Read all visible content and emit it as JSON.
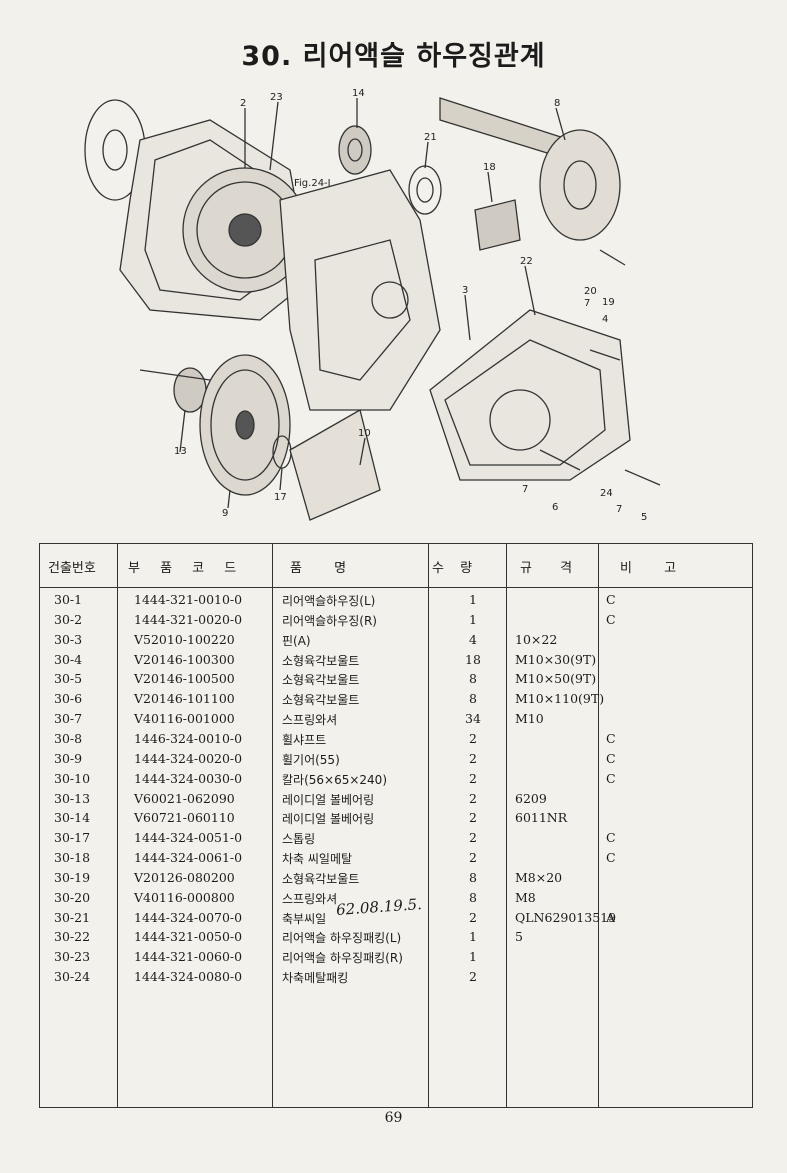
{
  "page": {
    "title": "30. 리어액슬 하우징관계",
    "page_number": "69"
  },
  "diagram": {
    "labels": [
      "2",
      "23",
      "14",
      "8",
      "21",
      "18",
      "Fig.24-I",
      "22",
      "20",
      "19",
      "7",
      "3",
      "4",
      "13",
      "10",
      "17",
      "9",
      "7",
      "6",
      "24",
      "7",
      "5"
    ]
  },
  "table": {
    "headers": {
      "no": "건출번호",
      "code": "부 품 코 드",
      "name": "품 명",
      "qty": "수 량",
      "spec": "규 격",
      "note": "비 고"
    },
    "rows": [
      {
        "no": "30-1",
        "code": "1444-321-0010-0",
        "name": "리어액슬하우징(L)",
        "qty": "1",
        "spec": "",
        "note": "C"
      },
      {
        "no": "30-2",
        "code": "1444-321-0020-0",
        "name": "리어액슬하우징(R)",
        "qty": "1",
        "spec": "",
        "note": "C"
      },
      {
        "no": "30-3",
        "code": "V52010-100220",
        "name": "핀(A)",
        "qty": "4",
        "spec": "10×22",
        "note": ""
      },
      {
        "no": "30-4",
        "code": "V20146-100300",
        "name": "소형육각보울트",
        "qty": "18",
        "spec": "M10×30(9T)",
        "note": ""
      },
      {
        "no": "30-5",
        "code": "V20146-100500",
        "name": "소형육각보울트",
        "qty": "8",
        "spec": "M10×50(9T)",
        "note": ""
      },
      {
        "no": "30-6",
        "code": "V20146-101100",
        "name": "소형육각보울트",
        "qty": "8",
        "spec": "M10×110(9T)",
        "note": ""
      },
      {
        "no": "30-7",
        "code": "V40116-001000",
        "name": "스프링와셔",
        "qty": "34",
        "spec": "M10",
        "note": ""
      },
      {
        "no": "30-8",
        "code": "1446-324-0010-0",
        "name": "휠샤프트",
        "qty": "2",
        "spec": "",
        "note": "C"
      },
      {
        "no": "30-9",
        "code": "1444-324-0020-0",
        "name": "휠기어(55)",
        "qty": "2",
        "spec": "",
        "note": "C"
      },
      {
        "no": "30-10",
        "code": "1444-324-0030-0",
        "name": "칼라(56×65×240)",
        "qty": "2",
        "spec": "",
        "note": "C"
      },
      {
        "no": "30-13",
        "code": "V60021-062090",
        "name": "레이디얼 볼베어링",
        "qty": "2",
        "spec": "6209",
        "note": ""
      },
      {
        "no": "30-14",
        "code": "V60721-060110",
        "name": "레이디얼 볼베어링",
        "qty": "2",
        "spec": "6011NR",
        "note": ""
      },
      {
        "no": "30-17",
        "code": "1444-324-0051-0",
        "name": "스톱링",
        "qty": "2",
        "spec": "",
        "note": "C"
      },
      {
        "no": "30-18",
        "code": "1444-324-0061-0",
        "name": "차축 씨일메탈",
        "qty": "2",
        "spec": "",
        "note": "C"
      },
      {
        "no": "30-19",
        "code": "V20126-080200",
        "name": "소형육각보울트",
        "qty": "8",
        "spec": "M8×20",
        "note": ""
      },
      {
        "no": "30-20",
        "code": "V40116-000800",
        "name": "스프링와셔",
        "qty": "8",
        "spec": "M8",
        "note": ""
      },
      {
        "no": "30-21",
        "code": "1444-324-0070-0",
        "name": "축부씨일",
        "qty": "2",
        "spec": "QLN629013519",
        "note": "A"
      },
      {
        "no": "30-22",
        "code": "1444-321-0050-0",
        "name": "리어액슬 하우징패킹(L)",
        "qty": "1",
        "spec": "5",
        "note": ""
      },
      {
        "no": "30-23",
        "code": "1444-321-0060-0",
        "name": "리어액슬 하우징패킹(R)",
        "qty": "1",
        "spec": "",
        "note": ""
      },
      {
        "no": "30-24",
        "code": "1444-324-0080-0",
        "name": "차축메탈패킹",
        "qty": "2",
        "spec": "",
        "note": ""
      }
    ]
  },
  "signature": "62.08.19.5."
}
